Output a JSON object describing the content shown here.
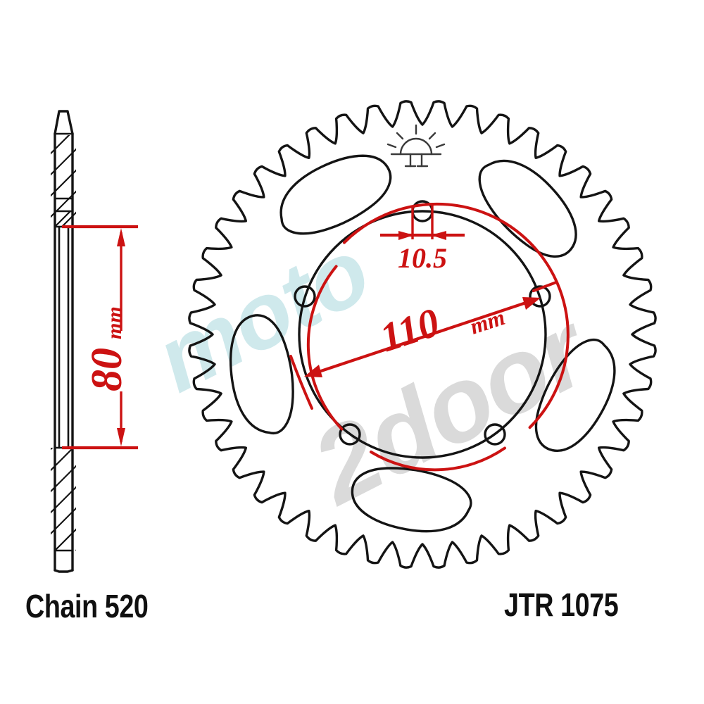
{
  "drawing": {
    "title": "JT rear sprocket technical drawing",
    "background_color": "#ffffff",
    "ink_color": "#141414",
    "dimension_color": "#cc1212"
  },
  "captions": {
    "chain": "Chain 520",
    "part_number": "JTR 1075"
  },
  "dimensions": {
    "thickness_label": "80 mm",
    "thickness_value": "80",
    "thickness_unit": "mm",
    "pcd_label": "110 mm",
    "pcd_value": "110",
    "pcd_unit": "mm",
    "bolt_hole_label": "10.5"
  },
  "views": {
    "side_view": {
      "name": "cross-section side view",
      "hatched": true
    },
    "face_view": {
      "name": "sprocket face view",
      "tooth_count": 44,
      "bolt_hole_count": 5,
      "lightening_hole_count": 5
    }
  },
  "watermark": {
    "part_a": "moto",
    "part_b": "2door",
    "color_a": "#cfe9ec",
    "color_b": "#dadada"
  },
  "logo": {
    "name": "sun-burst-logo"
  }
}
